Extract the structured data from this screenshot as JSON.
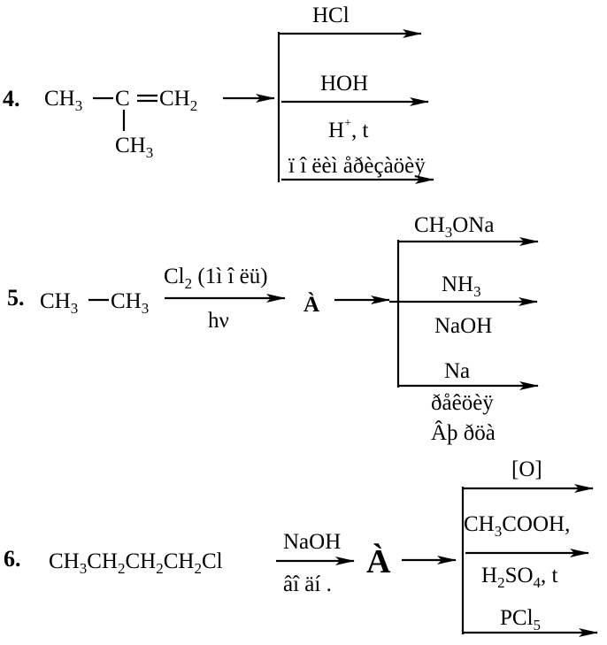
{
  "reaction4": {
    "number": "4.",
    "ch3a": "CH",
    "sub3a": "3",
    "c": "C",
    "ch2": "CH",
    "sub2": "2",
    "branch": "CH",
    "branch_sub": "3",
    "reagent1": "HCl",
    "reagent2": "HOH",
    "cond_h": "H",
    "cond_plus": "+",
    "cond_t": ", t",
    "reagent3": "ï î ëèì åðèçàöèÿ"
  },
  "reaction5": {
    "number": "5.",
    "ch3a": "CH",
    "sub3a": "3",
    "ch3b": "CH",
    "sub3b": "3",
    "cl": "Cl",
    "cl_sub": "2",
    "cl_rest": " (1ì î ëü)",
    "hv": "hν",
    "product": "À",
    "reagent1_a": "CH",
    "reagent1_sub": "3",
    "reagent1_b": "ONa",
    "reagent2_a": "NH",
    "reagent2_sub": "3",
    "reagent2_b": "NaOH",
    "reagent3_a": "Na",
    "reagent3_b": "ðåêöèÿ",
    "reagent3_c": "Âþ ðöà"
  },
  "reaction6": {
    "number": "6.",
    "f1": "CH",
    "s1": "3",
    "f2": "CH",
    "s2": "2",
    "f3": "CH",
    "s3": "2",
    "f4": "CH",
    "s4": "2",
    "f5": "Cl",
    "naoh": "NaOH",
    "cond": "âî äí .",
    "product": "À",
    "reagent1": "[O]",
    "reagent2_a": "CH",
    "reagent2_sub": "3",
    "reagent2_b": "COOH,",
    "reagent3_a": "H",
    "reagent3_sub": "2",
    "reagent3_b": "SO",
    "reagent3_sub2": "4",
    "reagent3_c": ", t",
    "reagent4_a": "PCl",
    "reagent4_sub": "5"
  }
}
